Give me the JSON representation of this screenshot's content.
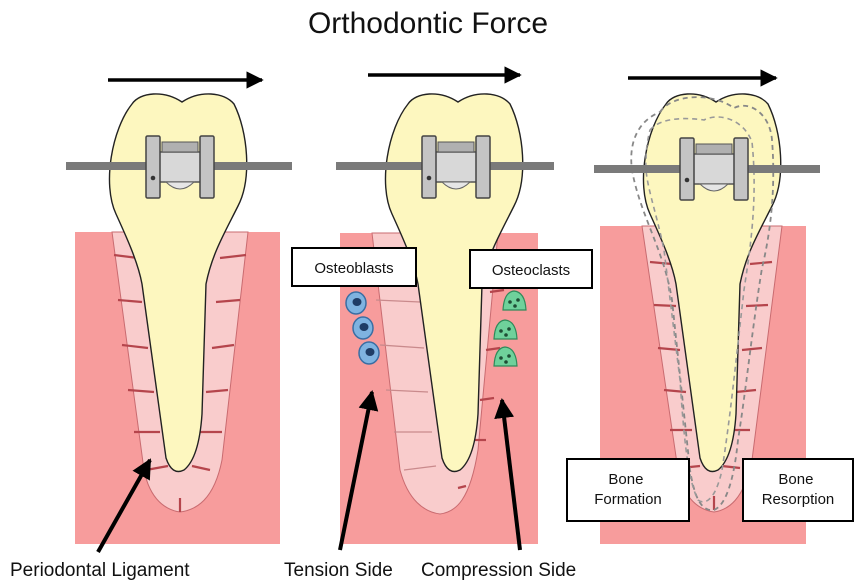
{
  "title": "Orthodontic Force",
  "labels": {
    "periodontal_ligament": "Periodontal Ligament",
    "tension_side": "Tension Side",
    "compression_side": "Compression Side"
  },
  "boxes": {
    "osteoblasts": "Osteoblasts",
    "osteoclasts": "Osteoclasts",
    "bone_formation_line1": "Bone",
    "bone_formation_line2": "Formation",
    "bone_resorption_line1": "Bone",
    "bone_resorption_line2": "Resorption"
  },
  "colors": {
    "bone": "#f79c9c",
    "ligament": "#f9cccc",
    "ligament_fiber": "#b5454c",
    "tooth": "#fdf7bf",
    "wire": "#7a7a7a",
    "osteoblast": "#7fb3e0",
    "osteoclast": "#6fd19b"
  },
  "icons": [
    "force-arrow-icon",
    "bracket-icon",
    "osteoblast-cell-icon",
    "osteoclast-cell-icon"
  ]
}
